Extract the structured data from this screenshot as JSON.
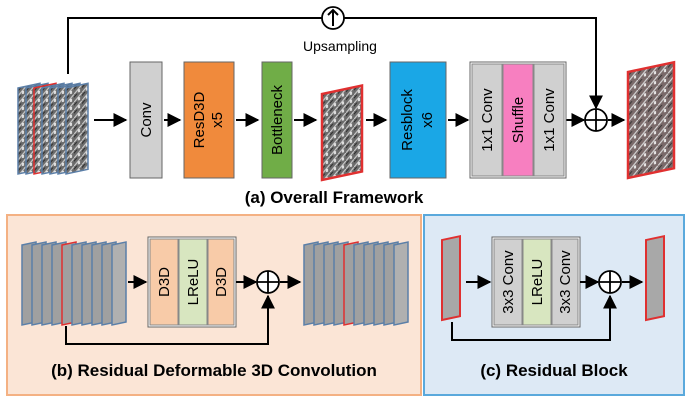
{
  "overall": {
    "upsampling_label": "Upsampling",
    "blocks": {
      "conv": "Conv",
      "resd3d": "ResD3D",
      "resd3d_rep": "x5",
      "bottleneck": "Bottleneck",
      "resblock": "Resblock",
      "resblock_rep": "x6",
      "conv1x1_a": "1x1 Conv",
      "shuffle": "Shuffle",
      "conv1x1_b": "1x1 Conv"
    },
    "caption": "(a) Overall Framework"
  },
  "panel_b": {
    "blocks": {
      "d3d_a": "D3D",
      "lrelu": "LReLU",
      "d3d_b": "D3D"
    },
    "caption": "(b) Residual Deformable 3D Convolution"
  },
  "panel_c": {
    "blocks": {
      "conv3x3_a": "3x3 Conv",
      "lrelu": "LReLU",
      "conv3x3_b": "3x3 Conv"
    },
    "caption": "(c) Residual Block"
  },
  "colors": {
    "conv": "#d0d0d0",
    "resd3d": "#f08a3c",
    "bottleneck": "#70ad47",
    "resblock": "#1aa7e6",
    "shuffle": "#f77fc0",
    "panel_b_bg": "#fbe5d6",
    "panel_b_border": "#f4b183",
    "panel_c_bg": "#dde9f5",
    "panel_c_border": "#5aa9dc",
    "d3d": "#f8cba8",
    "lrelu": "#d8e6c0",
    "frame_red": "#e03030",
    "frame_blue": "#5b7fa8"
  }
}
